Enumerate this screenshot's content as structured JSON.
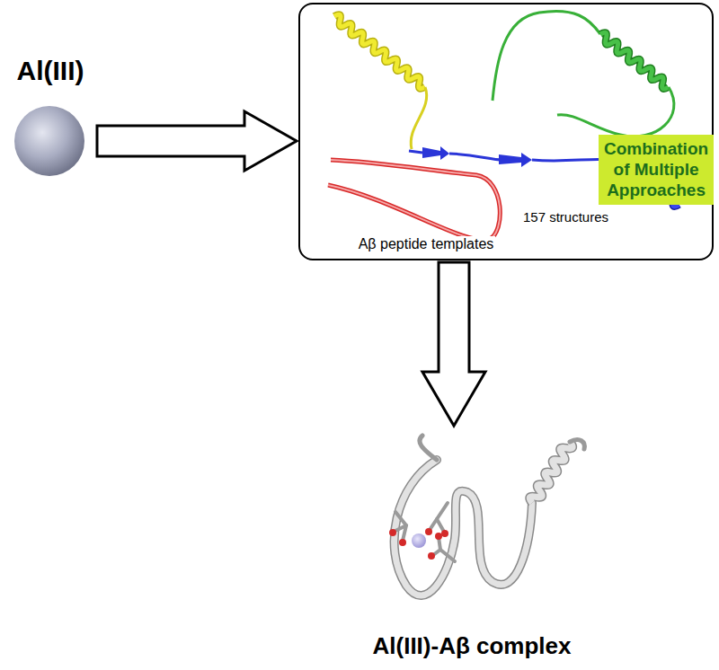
{
  "diagram": {
    "nodes": [
      {
        "text": [
          "Al(III)"
        ]
      },
      {
        "text": [
          "157 structures",
          "Aβ peptide templates"
        ]
      },
      {
        "text": [
          "Combination of Multiple Approaches"
        ]
      },
      {
        "text": [
          "Al(III)-Aβ complex"
        ]
      }
    ],
    "edges": [
      {
        "from": 0,
        "to": 1,
        "arrow": "to"
      },
      {
        "from": 1,
        "to": 3,
        "arrow": "to"
      }
    ]
  }
}
